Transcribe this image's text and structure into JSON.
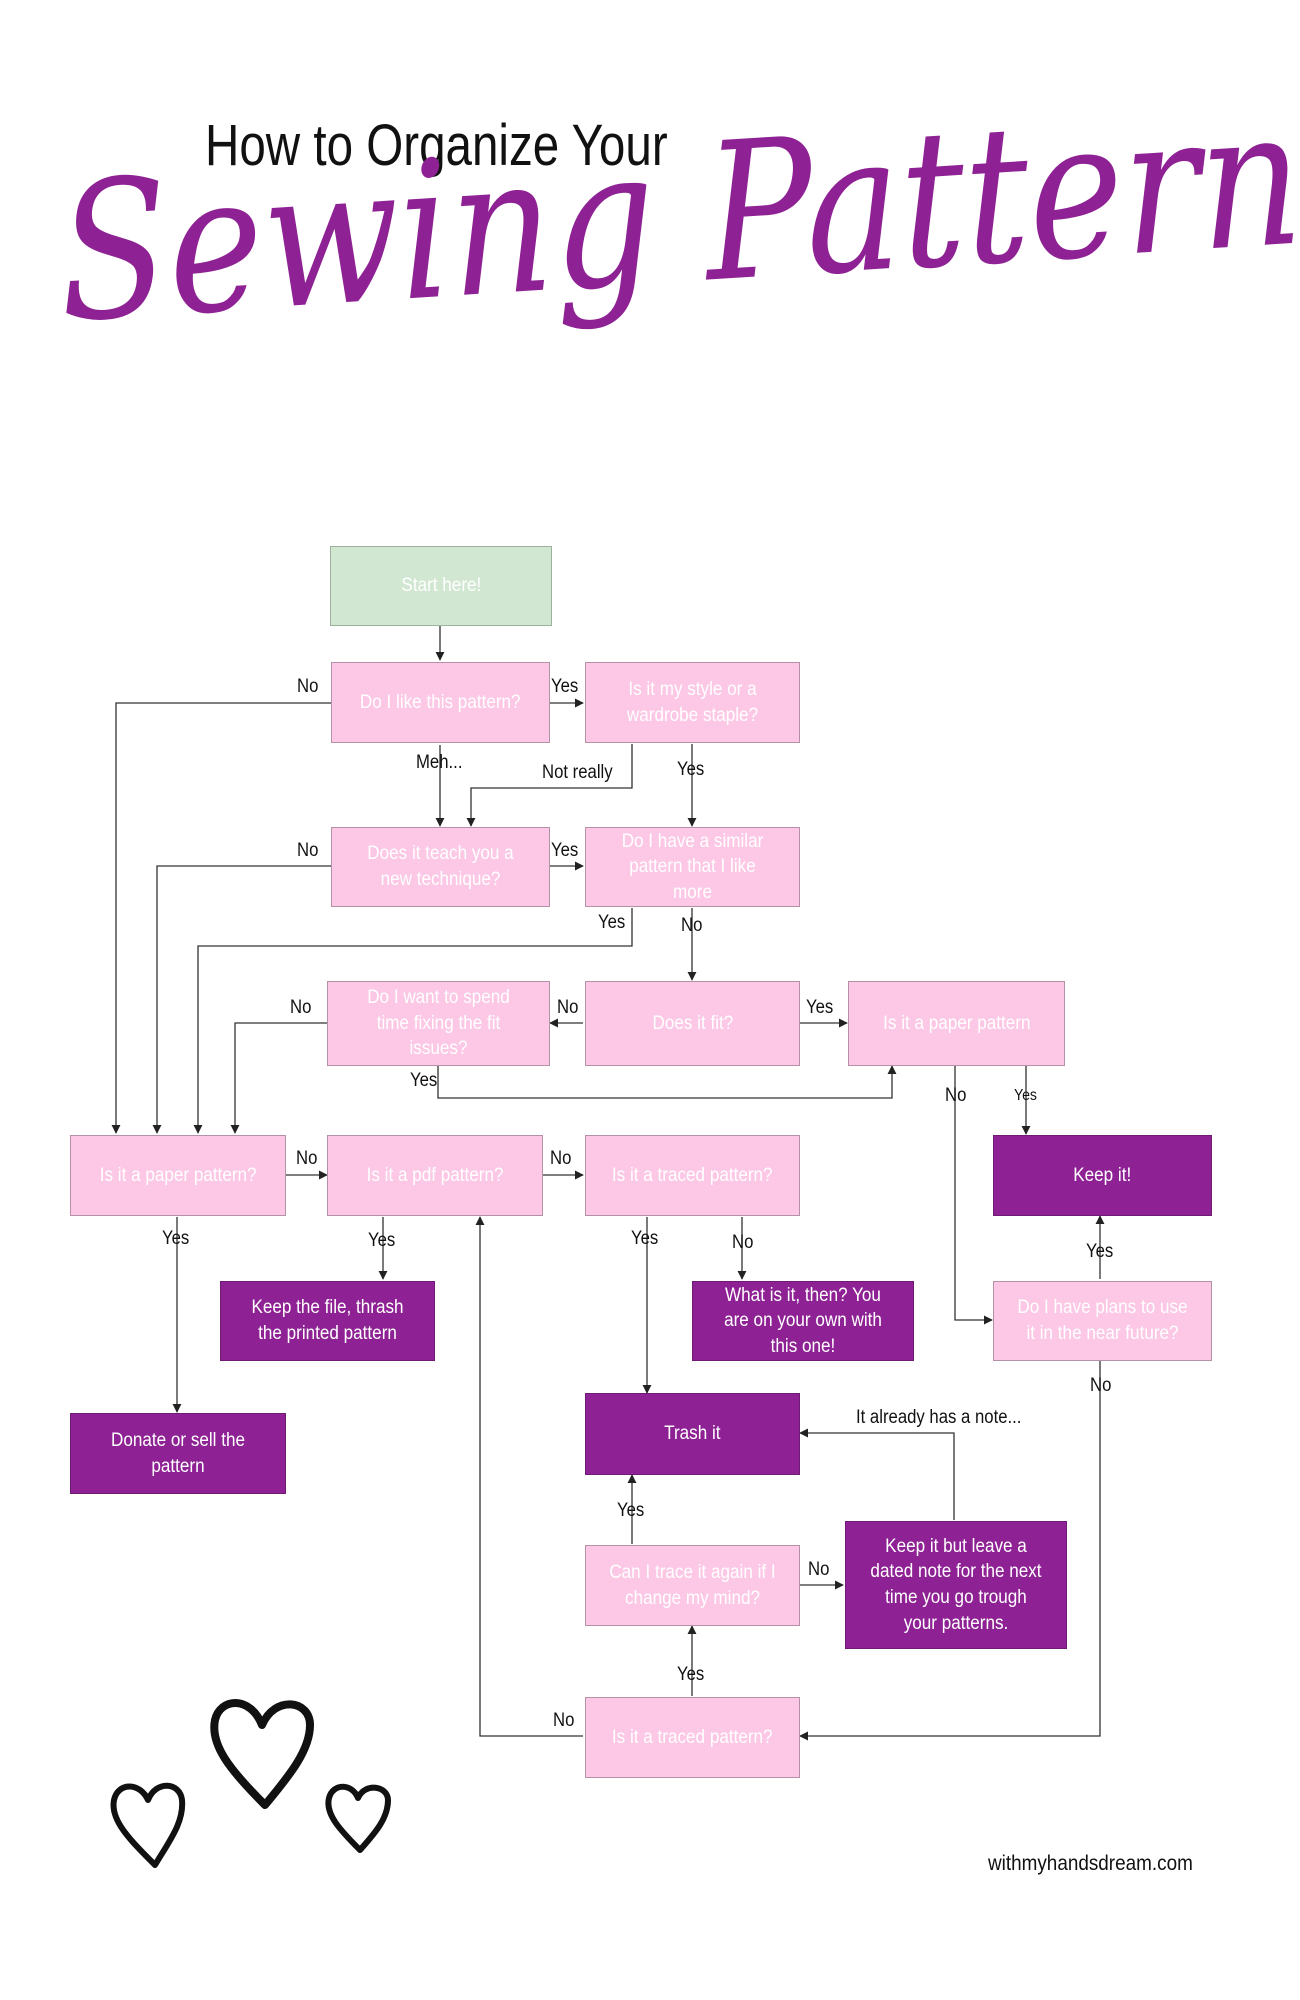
{
  "title": {
    "line1": "How to Organize Your",
    "line2": "Sewing Patterns?"
  },
  "colors": {
    "start": "#d2e7d2",
    "question": "#fcc8e6",
    "outcome": "#8e2294",
    "title_accent": "#8e2294"
  },
  "nodes": {
    "start": "Start here!",
    "like_pattern": "Do I like this pattern?",
    "style_staple": "Is it my style or a wardrobe staple?",
    "teach_technique": "Does it teach you a new technique?",
    "similar_pattern": "Do I have a similar pattern that I like more",
    "spend_time_fit": "Do I want to spend time fixing the fit issues?",
    "does_it_fit": "Does it fit?",
    "paper_pattern_right": "Is it a paper pattern",
    "paper_pattern_left": "Is it a paper pattern?",
    "pdf_pattern": "Is it a pdf pattern?",
    "traced_pattern_mid": "Is it a traced pattern?",
    "keep_it": "Keep it!",
    "keep_file": "Keep the file, thrash the printed pattern",
    "what_is_it": "What is it, then? You are on your own with this one!",
    "plans_future": "Do I have plans to use it in the near future?",
    "donate_sell": "Donate or sell the pattern",
    "trash_it": "Trash it",
    "trace_again": "Can I trace it again if I change my mind?",
    "keep_dated_note": "Keep it but leave a dated note for the next time you go trough your patterns.",
    "traced_pattern_bottom": "Is it a traced pattern?"
  },
  "edge_labels": {
    "no": "No",
    "yes": "Yes",
    "meh": "Meh...",
    "not_really": "Not really",
    "already_note": "It already has a note..."
  },
  "footer": "withmyhandsdream.com"
}
